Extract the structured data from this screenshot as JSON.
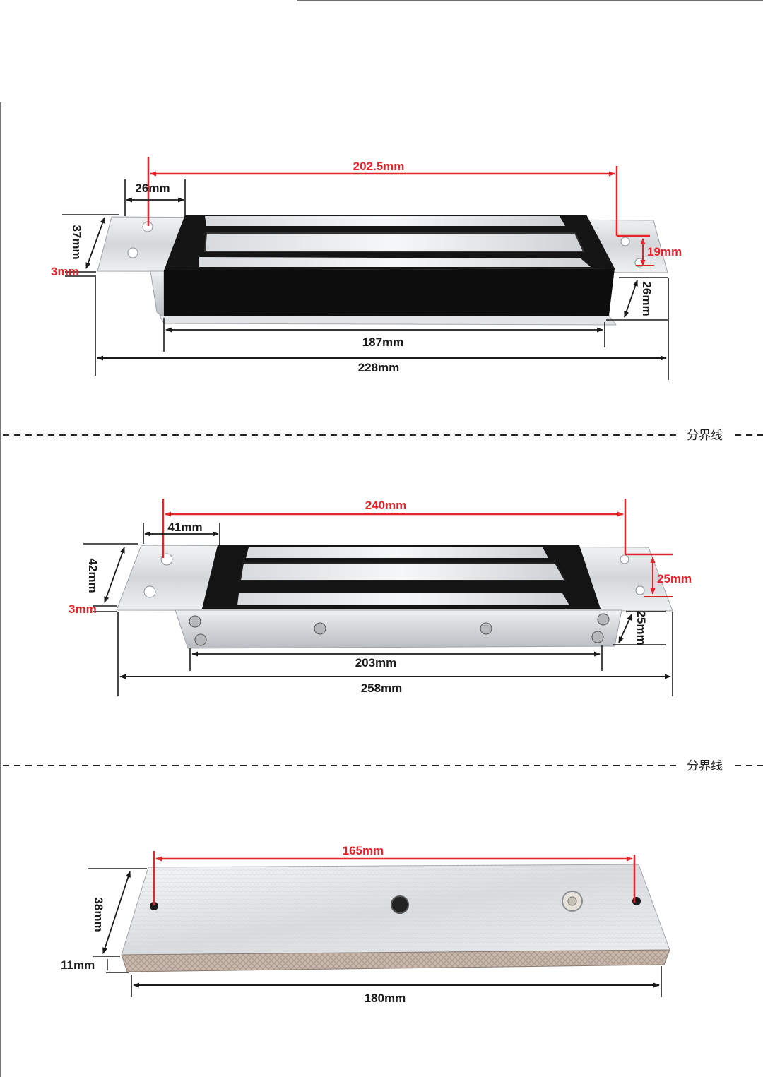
{
  "colors": {
    "dimension_line": "#1a1a1a",
    "highlight": "#e4232b",
    "aluminum": "#d9dcdf",
    "magnet_black": "#111111"
  },
  "divider": {
    "label": "分界线"
  },
  "lock_1": {
    "hole_spacing": "202.5mm",
    "flange_width": "26mm",
    "plate_width": "37mm",
    "plate_thickness": "3mm",
    "hole_offset": "19mm",
    "body_height": "26mm",
    "body_length": "187mm",
    "overall_length": "228mm"
  },
  "lock_2": {
    "hole_spacing": "240mm",
    "flange_width": "41mm",
    "plate_width": "42mm",
    "plate_thickness": "3mm",
    "hole_offset": "25mm",
    "body_height": "25mm",
    "body_length": "203mm",
    "overall_length": "258mm"
  },
  "armature_plate": {
    "hole_spacing": "165mm",
    "width": "38mm",
    "thickness": "11mm",
    "length": "180mm"
  }
}
